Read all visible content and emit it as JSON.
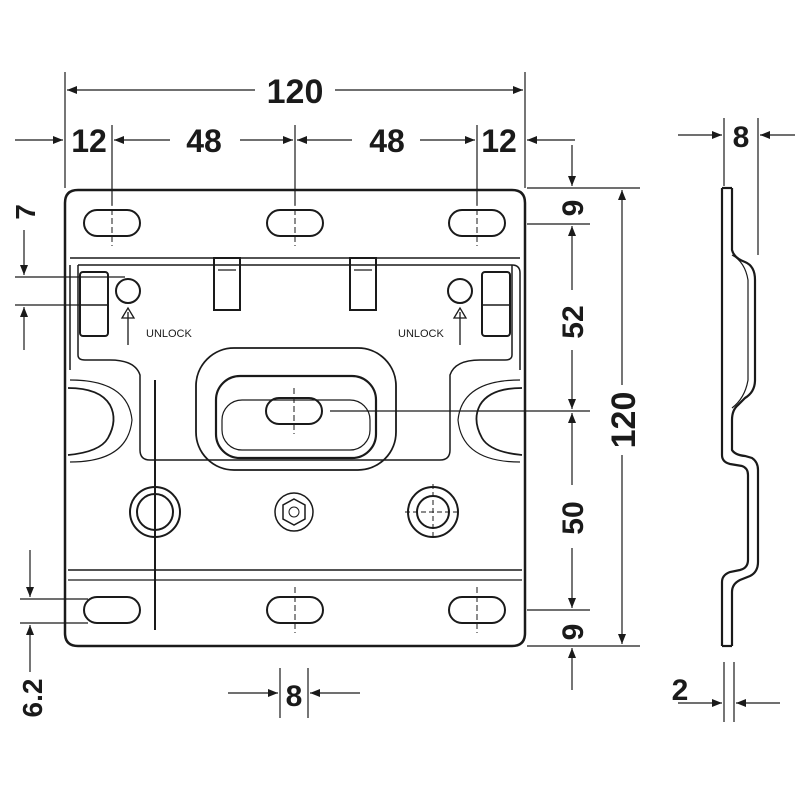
{
  "drawing": {
    "labels": {
      "unlock_left": "UNLOCK",
      "unlock_right": "UNLOCK"
    },
    "dimensions": {
      "overall_width": "120",
      "left_margin": "12",
      "left_span": "48",
      "right_span": "48",
      "right_margin": "12",
      "top_offset": "9",
      "upper_section": "52",
      "lower_section": "50",
      "bottom_offset": "9",
      "overall_height": "120",
      "left_top_offset": "7",
      "left_bottom_offset": "6.2",
      "slot_width": "8",
      "profile_depth": "8",
      "thickness": "2"
    },
    "colors": {
      "line": "#1a1a1a",
      "background": "#ffffff"
    }
  }
}
